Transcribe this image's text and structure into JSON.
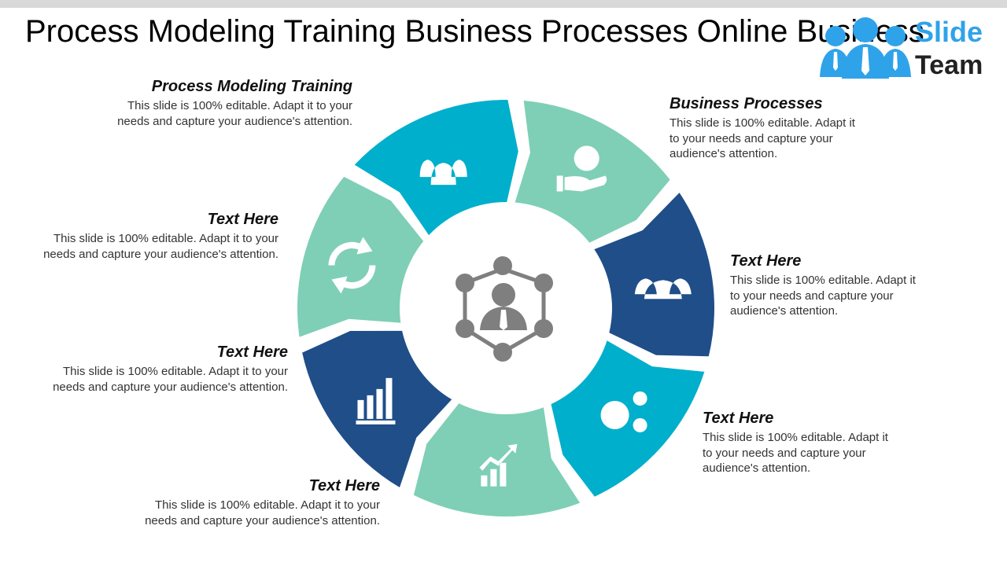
{
  "title": "Process Modeling Training Business Processes Online Business",
  "logo": {
    "line1": "Slide",
    "line2": "Team"
  },
  "colors": {
    "cyan": "#00AFCB",
    "mint": "#7ECFB5",
    "navy": "#1F4E89",
    "center_icon": "#7f7f7f"
  },
  "segments": [
    {
      "color": "#00AFCB",
      "icon": "users-group-icon"
    },
    {
      "color": "#7ECFB5",
      "icon": "hand-gear-icon"
    },
    {
      "color": "#1F4E89",
      "icon": "business-team-icon"
    },
    {
      "color": "#00AFCB",
      "icon": "gears-icon"
    },
    {
      "color": "#7ECFB5",
      "icon": "dollar-growth-chart-icon"
    },
    {
      "color": "#1F4E89",
      "icon": "bar-chart-icon"
    },
    {
      "color": "#7ECFB5",
      "icon": "recycle-arrows-icon"
    }
  ],
  "center_icon": "person-network-icon",
  "blocks": [
    {
      "heading": "Process Modeling Training",
      "body": "This slide is 100% editable. Adapt it to your needs and capture your audience's attention."
    },
    {
      "heading": "Business Processes",
      "body": "This slide is 100% editable. Adapt it to your needs and capture your audience's attention."
    },
    {
      "heading": "Text Here",
      "body": "This slide is 100% editable. Adapt it to your needs and capture your audience's attention."
    },
    {
      "heading": "Text Here",
      "body": "This slide is 100% editable. Adapt it to your needs and capture your audience's attention."
    },
    {
      "heading": "Text Here",
      "body": "This slide is 100% editable. Adapt it to your needs and capture your audience's attention."
    },
    {
      "heading": "Text Here",
      "body": "This slide is 100% editable. Adapt it to your needs and capture your audience's attention."
    },
    {
      "heading": "Text Here",
      "body": "This slide is 100% editable. Adapt it to your needs and capture your audience's attention."
    }
  ]
}
